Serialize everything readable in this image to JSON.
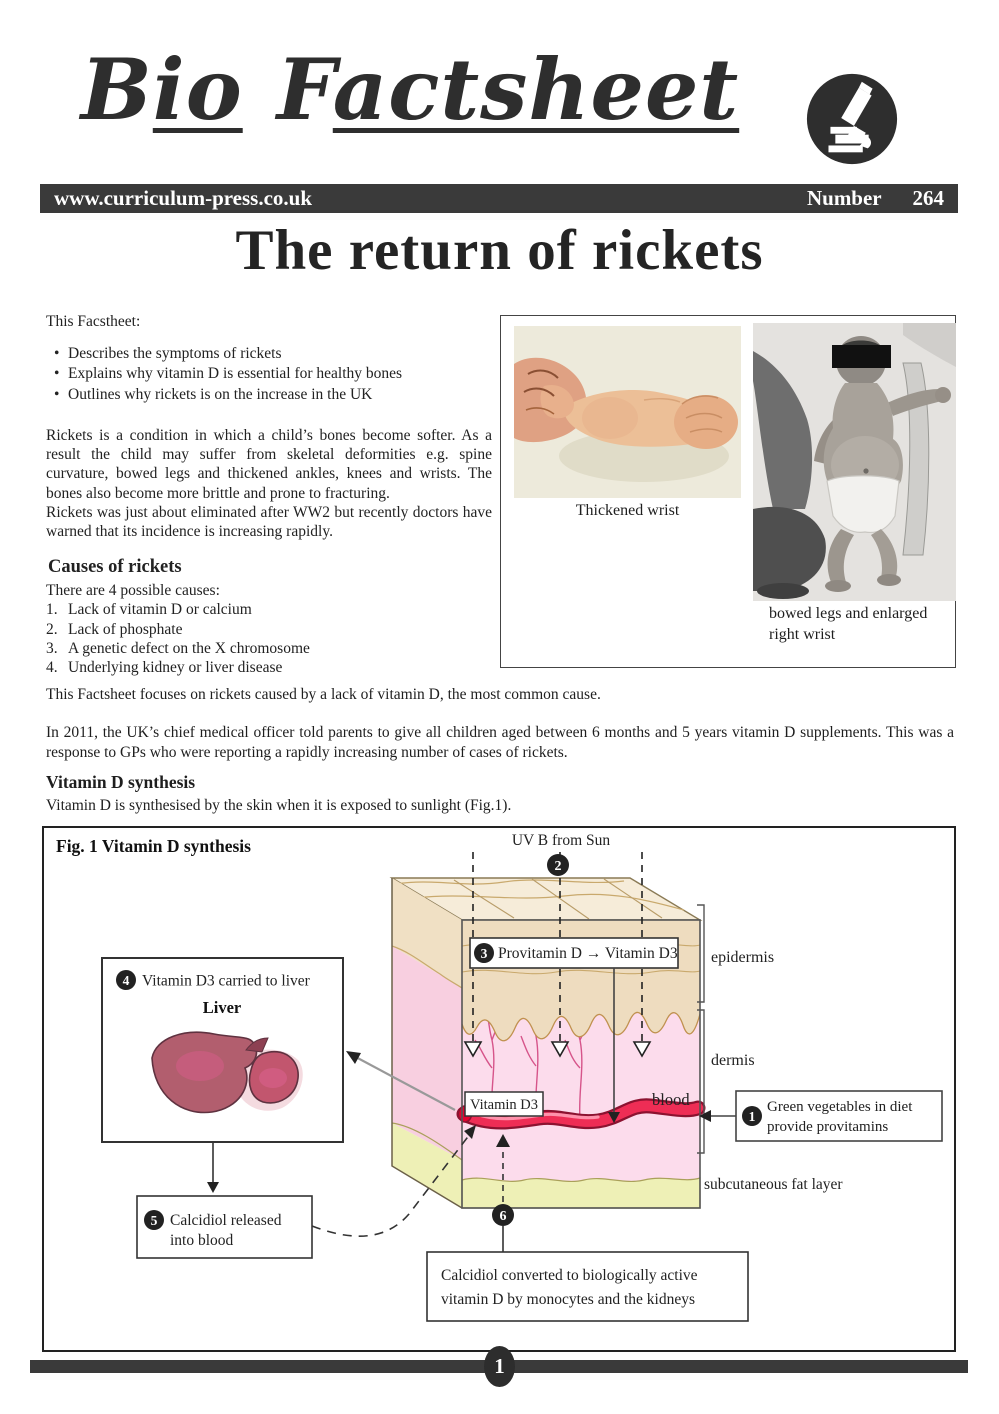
{
  "brand": {
    "logo_b": "B",
    "logo_io": "io",
    "logo_f": "F",
    "logo_actsheet": "actsheet",
    "icon": "microscope-icon"
  },
  "header": {
    "website": "www.curriculum-press.co.uk",
    "number_word": "Number",
    "number_value": "264"
  },
  "title": "The return of rickets",
  "intro": {
    "lead": "This Facstheet:",
    "bullet_glyph": "•",
    "bullets": [
      "Describes the symptoms of rickets",
      "Explains why vitamin D is essential for healthy bones",
      "Outlines why rickets is on the increase in the UK"
    ],
    "para1a": "Rickets is a condition in which a child’s bones become softer. As a result the child may suffer from skeletal deformities e.g. spine curvature, bowed legs and thickened ankles, knees and wrists. The bones also become more brittle and prone to fracturing.",
    "para1b": "Rickets was just about eliminated after WW2 but recently doctors have warned that its incidence is increasing rapidly."
  },
  "causes": {
    "heading": "Causes of rickets",
    "lead": "There are 4 possible causes:",
    "numbers": [
      "1.",
      "2.",
      "3.",
      "4."
    ],
    "items": [
      "Lack of vitamin D or calcium",
      "Lack of phosphate",
      "A genetic defect on the X chromosome",
      "Underlying kidney or liver disease"
    ]
  },
  "photos": {
    "caption_left": "Thickened wrist",
    "caption_right": "bowed legs and enlarged right wrist"
  },
  "body": {
    "focus": "This Factsheet focuses on rickets caused by a lack of vitamin D, the most common cause.",
    "para2011": "In 2011, the UK’s chief medical officer told parents to give all children aged between 6 months and 5 years vitamin D supplements. This was a response to GPs who were reporting a rapidly increasing number of cases of rickets.",
    "synthesis_heading": "Vitamin D synthesis",
    "synthesis_text": "Vitamin D is synthesised by the skin when it is exposed to sunlight (Fig.1)."
  },
  "figure": {
    "title": "Fig. 1 Vitamin D synthesis",
    "uv_label": "UV B from Sun",
    "labels": {
      "epidermis": "epidermis",
      "dermis": "dermis",
      "blood": "blood",
      "subcutaneous": "subcutaneous fat layer",
      "vitd3_box": "Vitamin D3",
      "liver_title": "Liver"
    },
    "step1": {
      "num": "1",
      "line1": "Green vegetables in diet",
      "line2": "provide provitamins"
    },
    "step2": {
      "num": "2"
    },
    "step3": {
      "num": "3",
      "text": "Provitamin D → Vitamin D3"
    },
    "step4": {
      "num": "4",
      "text": "Vitamin D3 carried to liver"
    },
    "step5": {
      "num": "5",
      "line1": "Calcidiol released",
      "line2": "into blood"
    },
    "step6": {
      "num": "6",
      "line1": "Calcidiol converted to biologically active",
      "line2": "vitamin D by monocytes and the kidneys"
    }
  },
  "footer": {
    "page_number": "1"
  },
  "colors": {
    "bar": "#3a3a3a",
    "epidermis": "#eedcbf",
    "dermis": "#fcdcec",
    "fat": "#eef0b6",
    "blood": "#ee2d55",
    "liver": "#b25e6e"
  }
}
